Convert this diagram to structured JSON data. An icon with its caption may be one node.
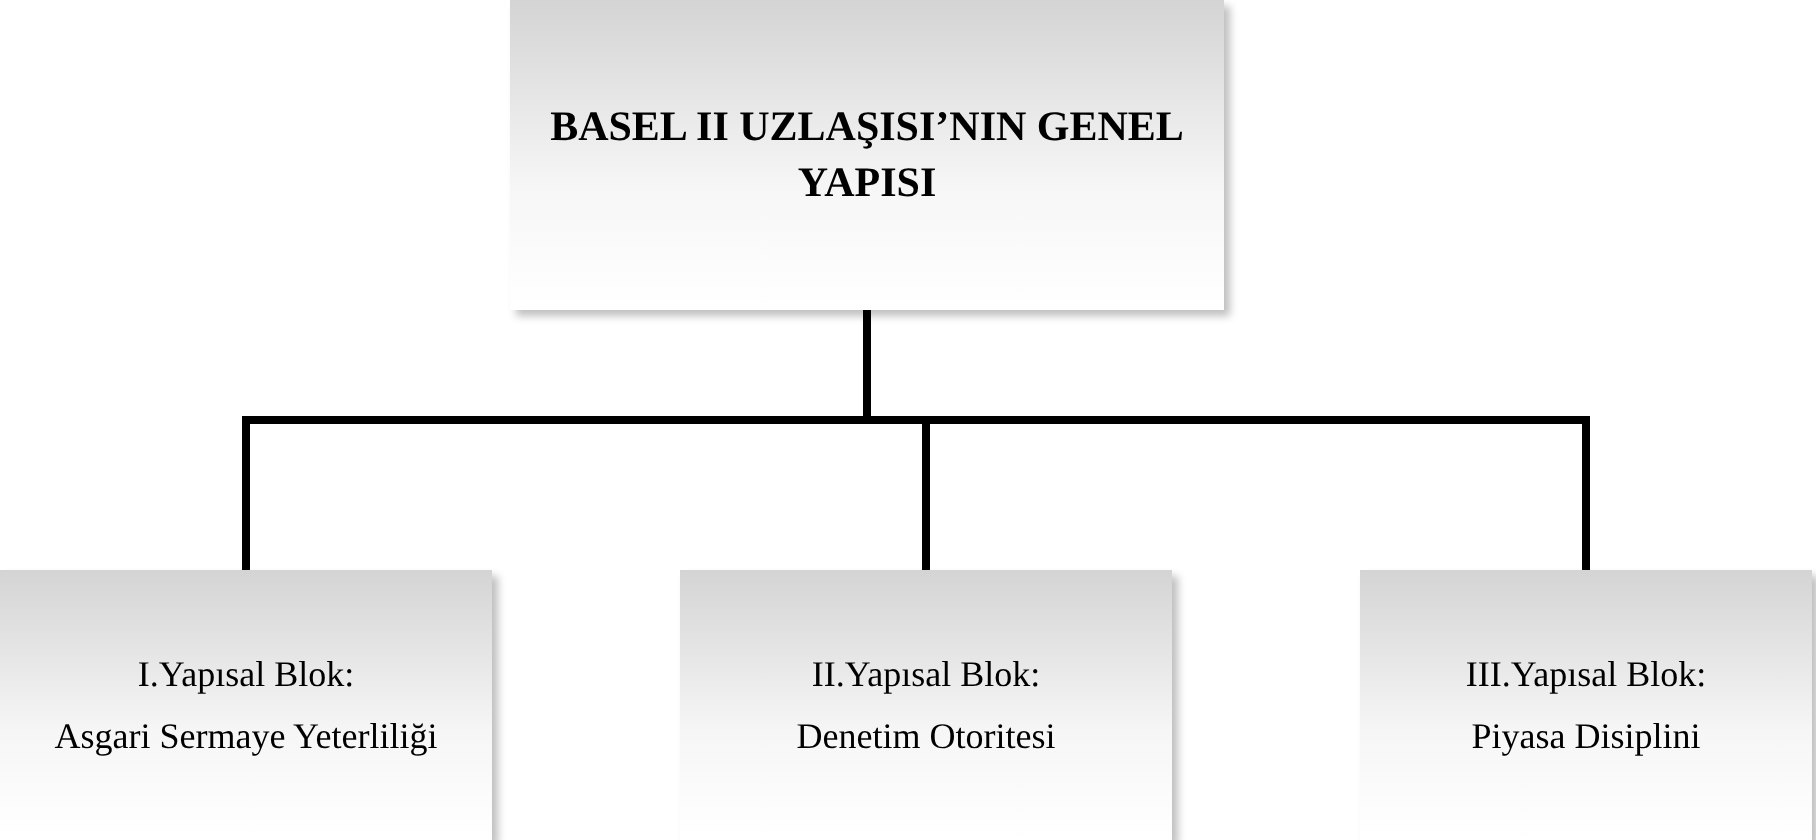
{
  "diagram": {
    "nodes": [
      {
        "text": [
          "BASEL II UZLAŞISI’NIN GENEL YAPISI"
        ]
      },
      {
        "text": [
          "I.Yapısal Blok:",
          "Asgari Sermaye Yeterliliği"
        ]
      },
      {
        "text": [
          "II.Yapısal Blok:",
          "Denetim Otoritesi"
        ]
      },
      {
        "text": [
          "III.Yapısal Blok:",
          "Piyasa Disiplini"
        ]
      }
    ],
    "edges": [
      {
        "from": 0,
        "to": 1,
        "arrow": "none"
      },
      {
        "from": 0,
        "to": 2,
        "arrow": "none"
      },
      {
        "from": 0,
        "to": 3,
        "arrow": "none"
      }
    ]
  }
}
